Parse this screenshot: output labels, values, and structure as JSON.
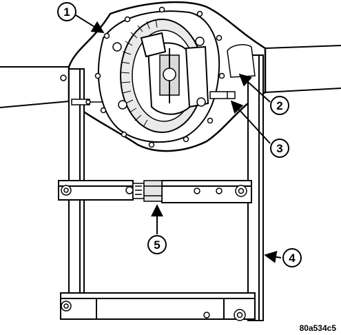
{
  "callouts": [
    {
      "id": "1",
      "label": "1"
    },
    {
      "id": "2",
      "label": "2"
    },
    {
      "id": "3",
      "label": "3"
    },
    {
      "id": "4",
      "label": "4"
    },
    {
      "id": "5",
      "label": "5"
    }
  ],
  "reference_code": "80a534c5",
  "colors": {
    "line": "#000000",
    "background": "#ffffff"
  }
}
